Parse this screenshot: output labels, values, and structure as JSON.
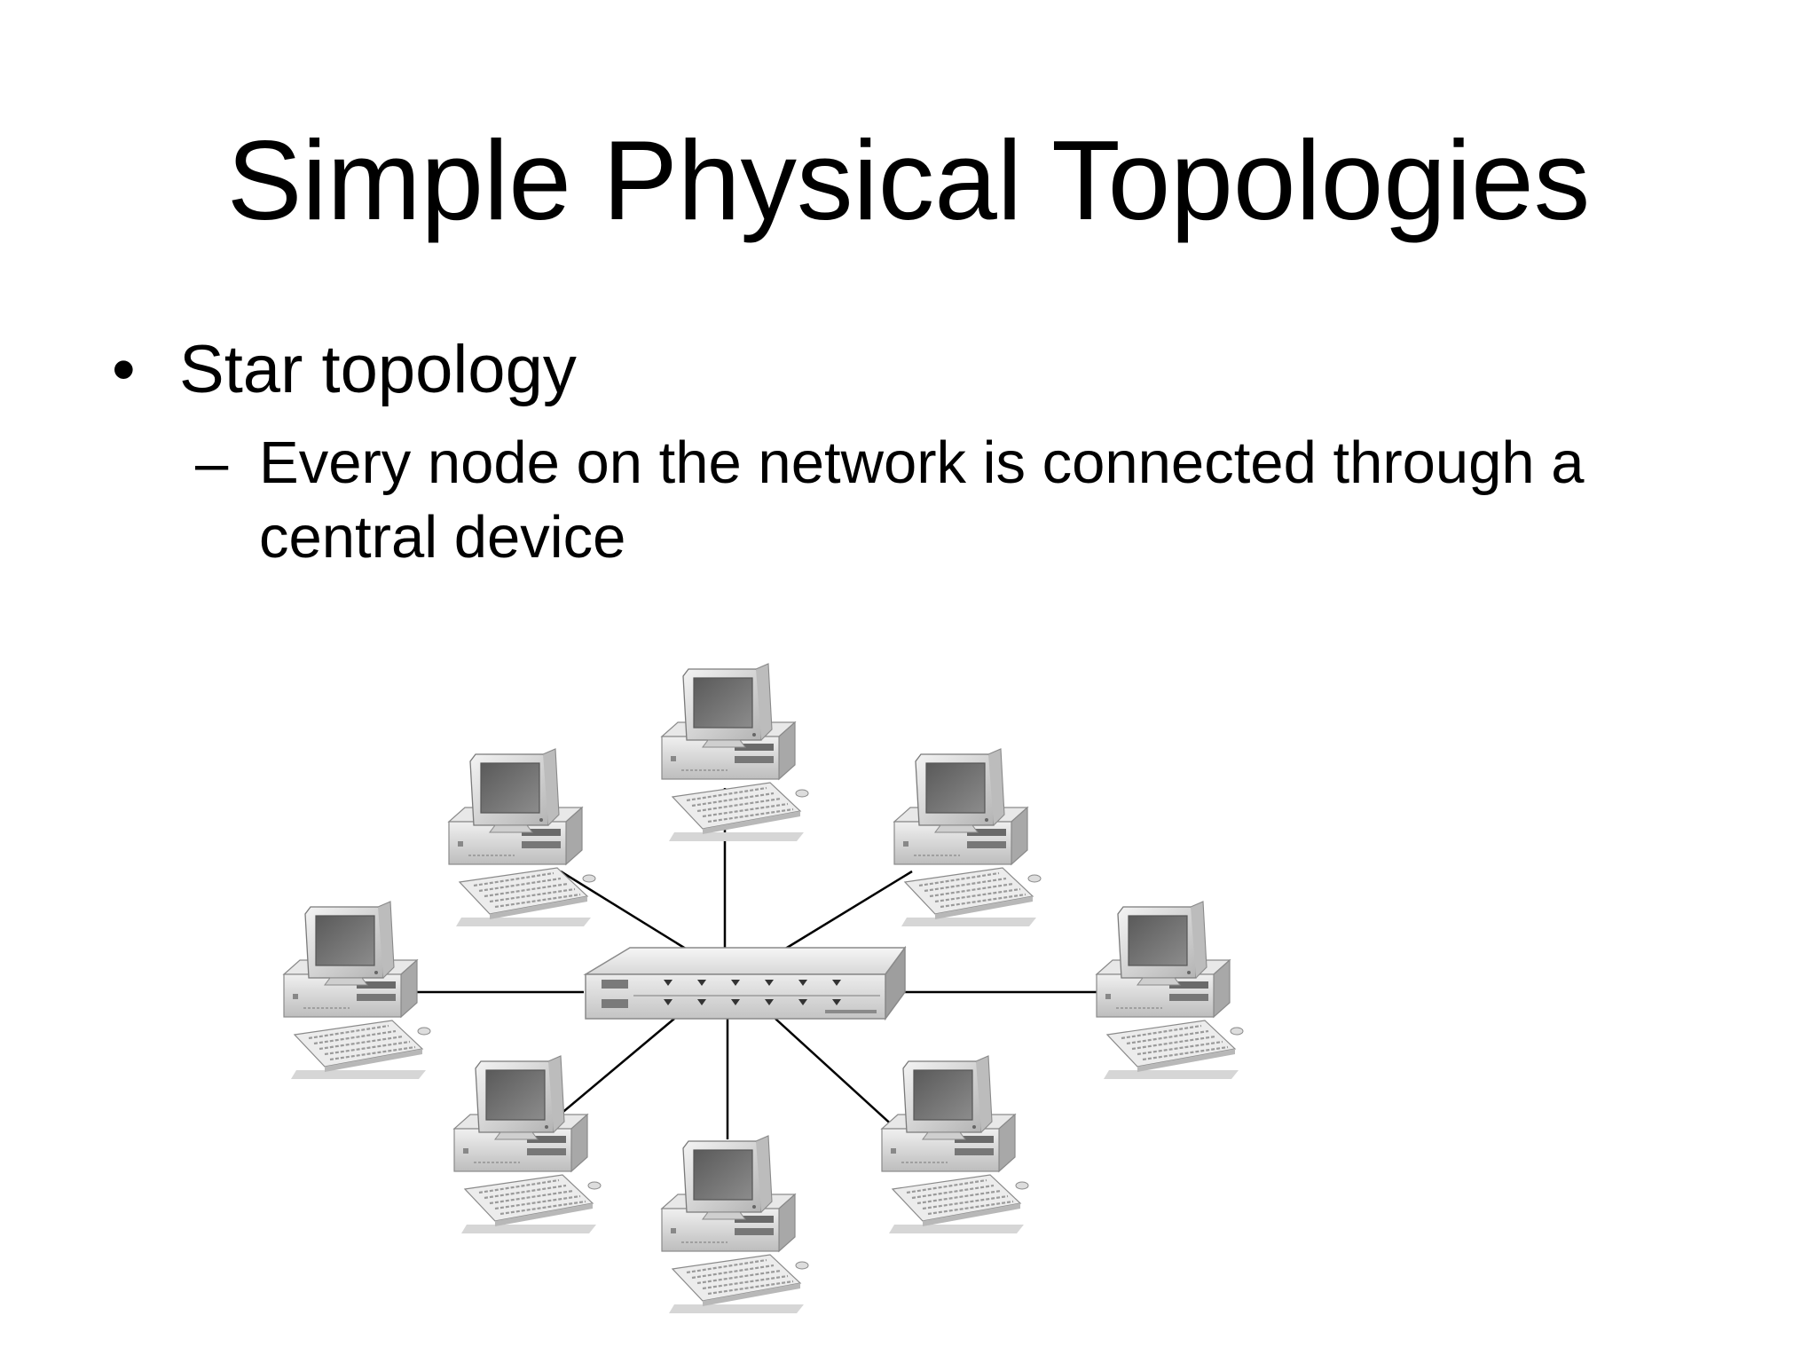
{
  "slide": {
    "title": "Simple Physical Topologies",
    "bullet": {
      "marker": "•",
      "text": "Star topology"
    },
    "sub_bullet": {
      "marker": "–",
      "text": "Every node on the network is connected through a central device"
    }
  },
  "diagram": {
    "topology": "star",
    "hub": {
      "icon": "network-hub-icon",
      "port_count": 12
    },
    "nodes": [
      {
        "id": "top",
        "icon": "computer-icon"
      },
      {
        "id": "upper-left",
        "icon": "computer-icon"
      },
      {
        "id": "upper-right",
        "icon": "computer-icon"
      },
      {
        "id": "left",
        "icon": "computer-icon"
      },
      {
        "id": "right",
        "icon": "computer-icon"
      },
      {
        "id": "lower-left",
        "icon": "computer-icon"
      },
      {
        "id": "bottom",
        "icon": "computer-icon"
      },
      {
        "id": "lower-right",
        "icon": "computer-icon"
      }
    ],
    "colors": {
      "line": "#000000",
      "device_light": "#ececec",
      "device_mid": "#c8c8c8",
      "device_dark": "#8a8a8a",
      "screen": "#6e6e6e"
    }
  }
}
